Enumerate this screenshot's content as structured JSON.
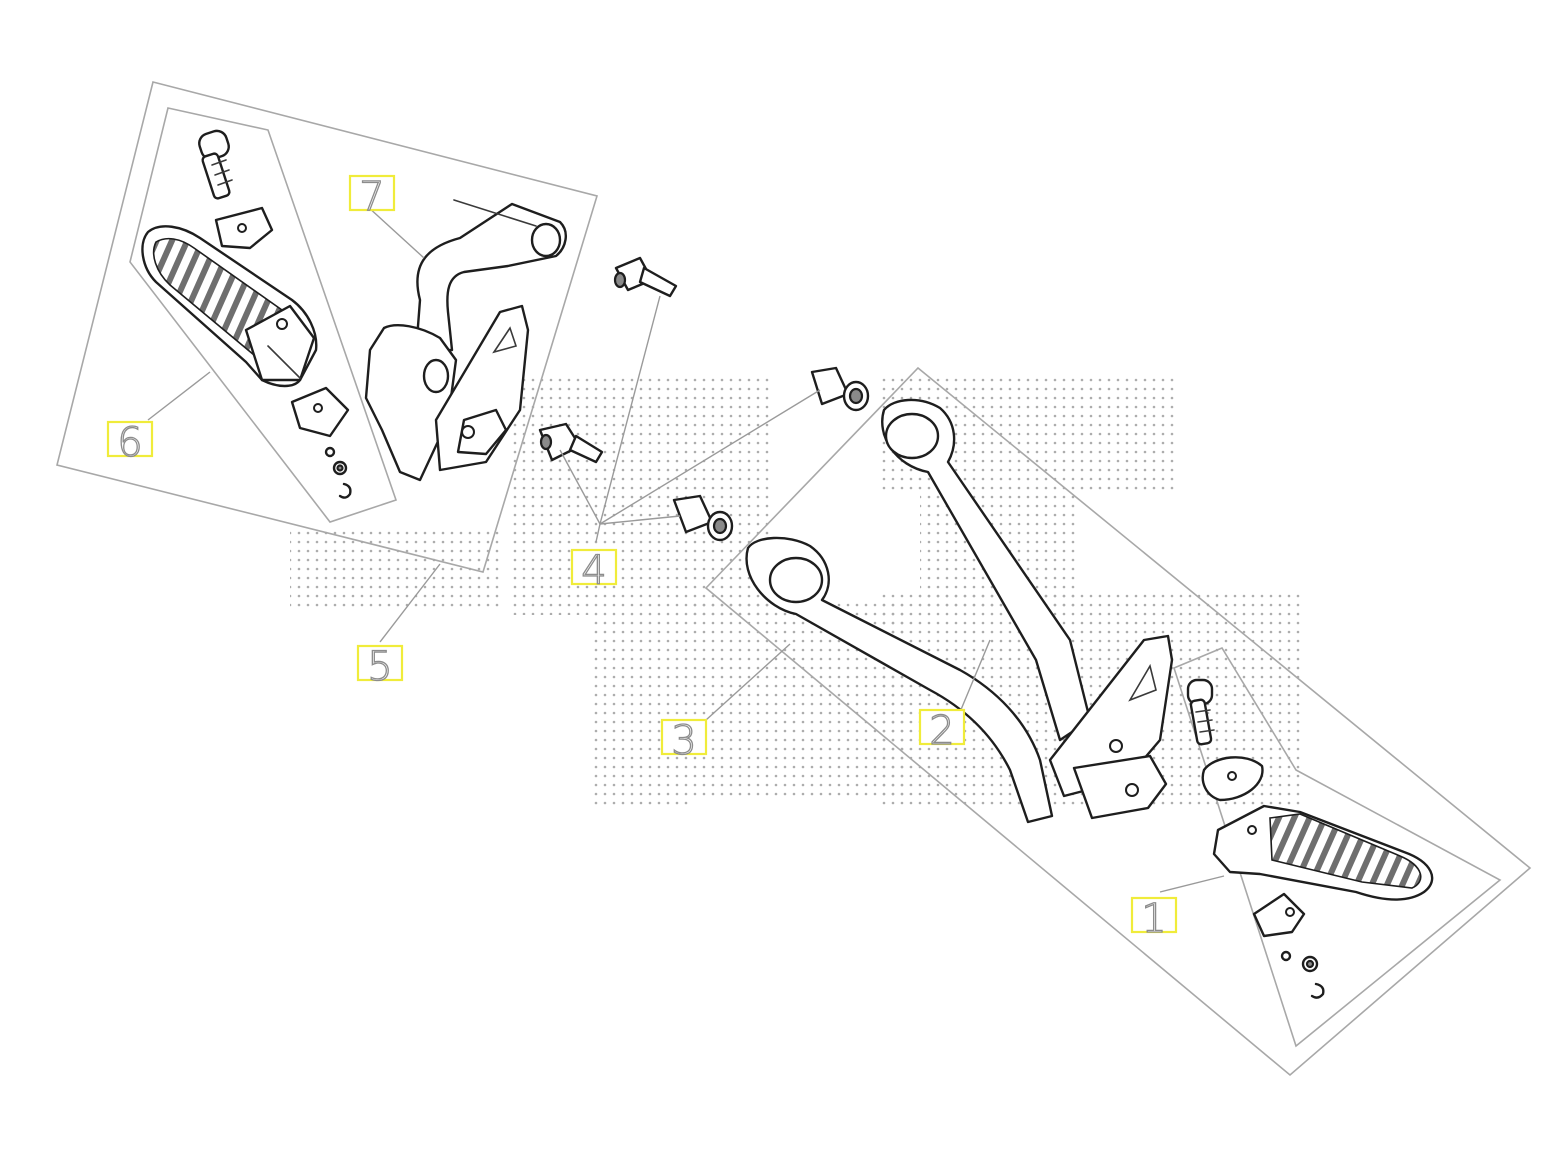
{
  "diagram": {
    "watermark_color": "#6a6a6a",
    "callout_border_color": "#f0ec3a",
    "callouts": [
      {
        "id": "1",
        "label": "1"
      },
      {
        "id": "2",
        "label": "2"
      },
      {
        "id": "3",
        "label": "3"
      },
      {
        "id": "4",
        "label": "4"
      },
      {
        "id": "5",
        "label": "5"
      },
      {
        "id": "6",
        "label": "6"
      },
      {
        "id": "7",
        "label": "7"
      }
    ]
  }
}
